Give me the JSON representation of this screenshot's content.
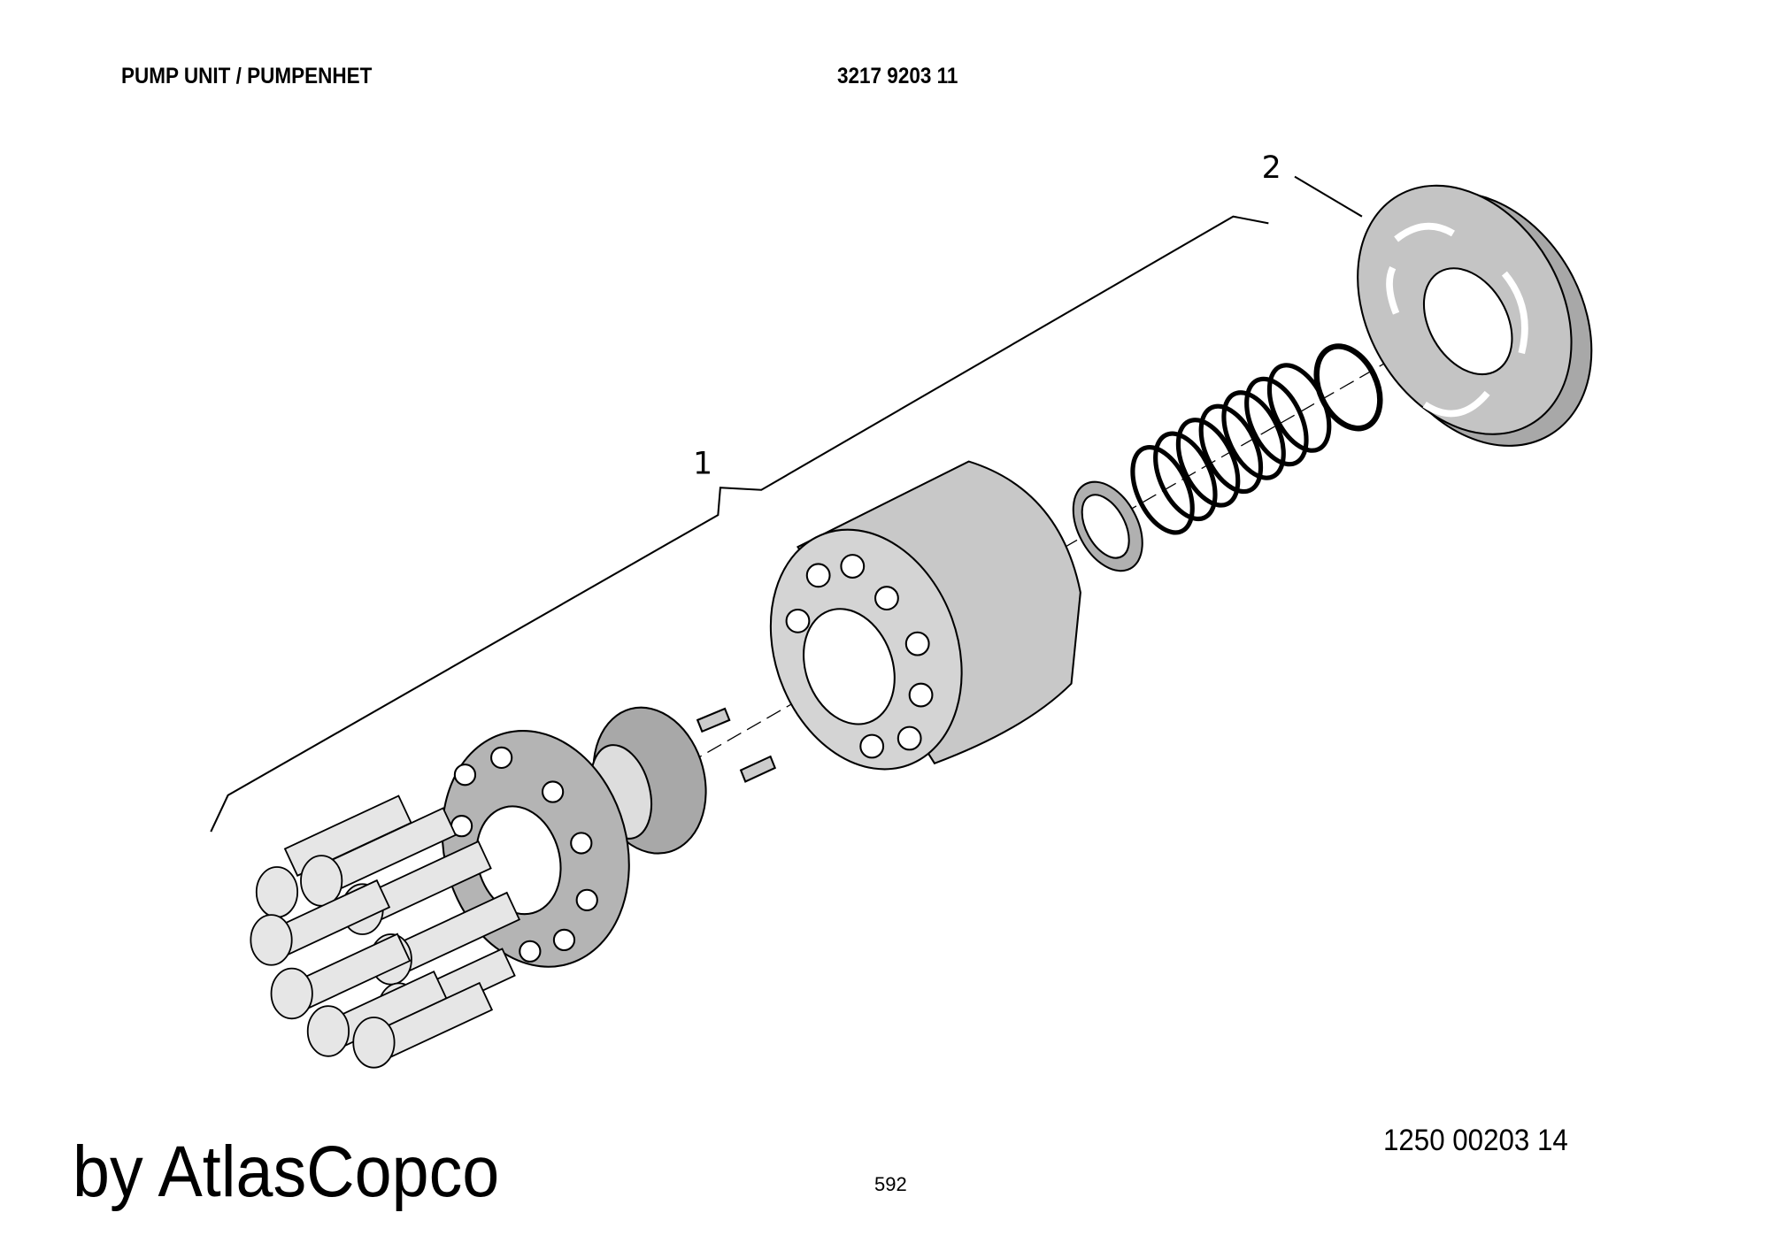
{
  "header": {
    "title": "PUMP UNIT / PUMPENHET",
    "part_number": "3217 9203 11"
  },
  "callouts": [
    {
      "label": "1"
    },
    {
      "label": "2"
    }
  ],
  "footer": {
    "logo_text": "by AtlasCopco",
    "drawing_number": "1250 00203 14",
    "page_number": "592"
  }
}
